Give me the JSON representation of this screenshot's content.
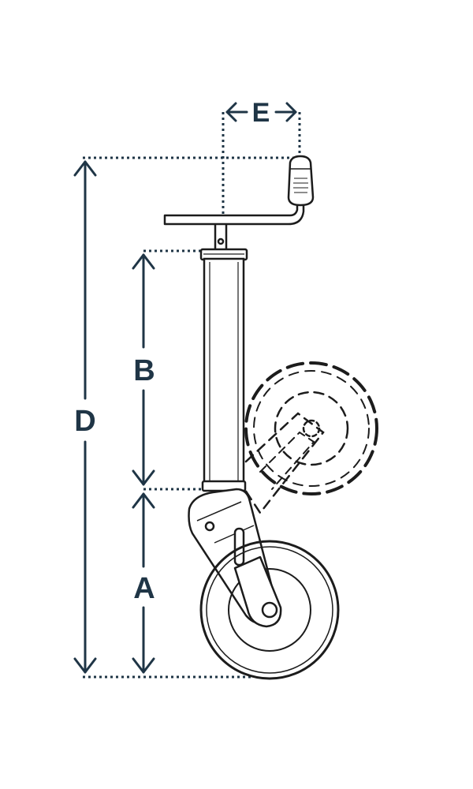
{
  "diagram": {
    "subject": "jockey-wheel-dimension-drawing",
    "colors": {
      "dimension": "#1f3546",
      "drawing": "#1c1c1c",
      "metal_fill": "#ffffff"
    },
    "dimensions": {
      "a_label": "A",
      "b_label": "B",
      "d_label": "D",
      "e_label": "E"
    }
  }
}
